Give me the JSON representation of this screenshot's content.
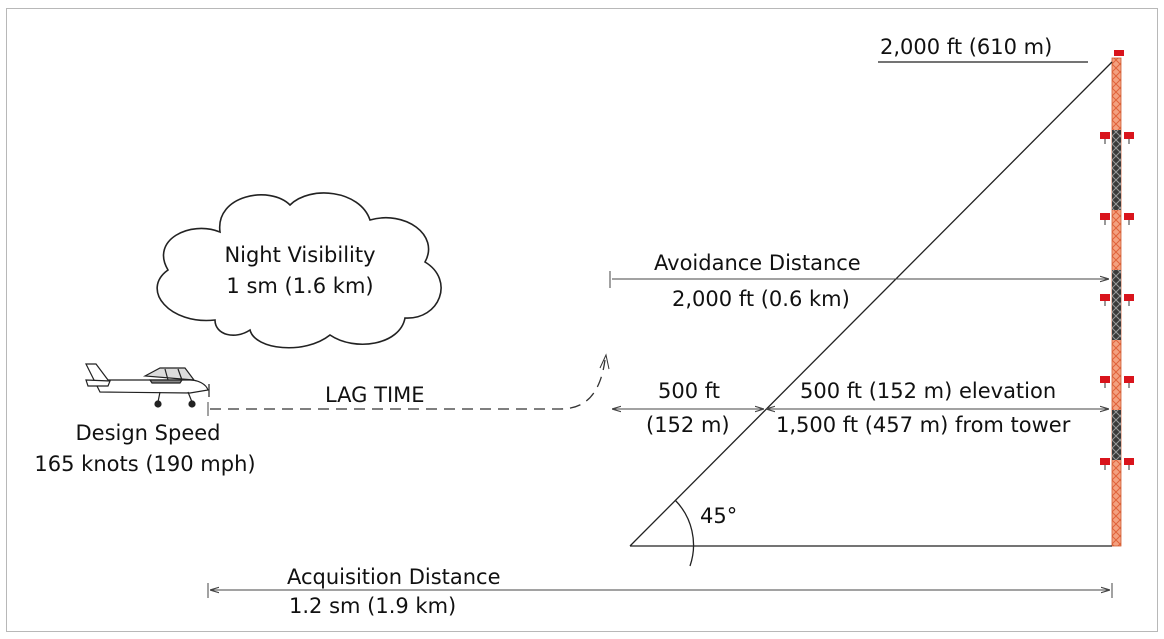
{
  "labels": {
    "tower_height": "2,000 ft (610 m)",
    "night_visibility_title": "Night Visibility",
    "night_visibility_value": "1 sm (1.6 km)",
    "avoidance_title": "Avoidance Distance",
    "avoidance_value": "2,000 ft (0.6 km)",
    "lag_time": "LAG TIME",
    "gap_ft": "500 ft",
    "gap_m": "(152 m)",
    "elevation": "500 ft (152 m) elevation",
    "from_tower": "1,500 ft (457 m) from tower",
    "design_speed_title": "Design Speed",
    "design_speed_value": "165 knots (190 mph)",
    "angle": "45°",
    "acquisition_title": "Acquisition Distance",
    "acquisition_value": "1.2 sm (1.9 km)"
  },
  "colors": {
    "tower_orange": "#f0825a",
    "tower_dark": "#3a3a3a",
    "light_red": "#d9141c",
    "line": "#222222",
    "dim_line": "#555555"
  }
}
